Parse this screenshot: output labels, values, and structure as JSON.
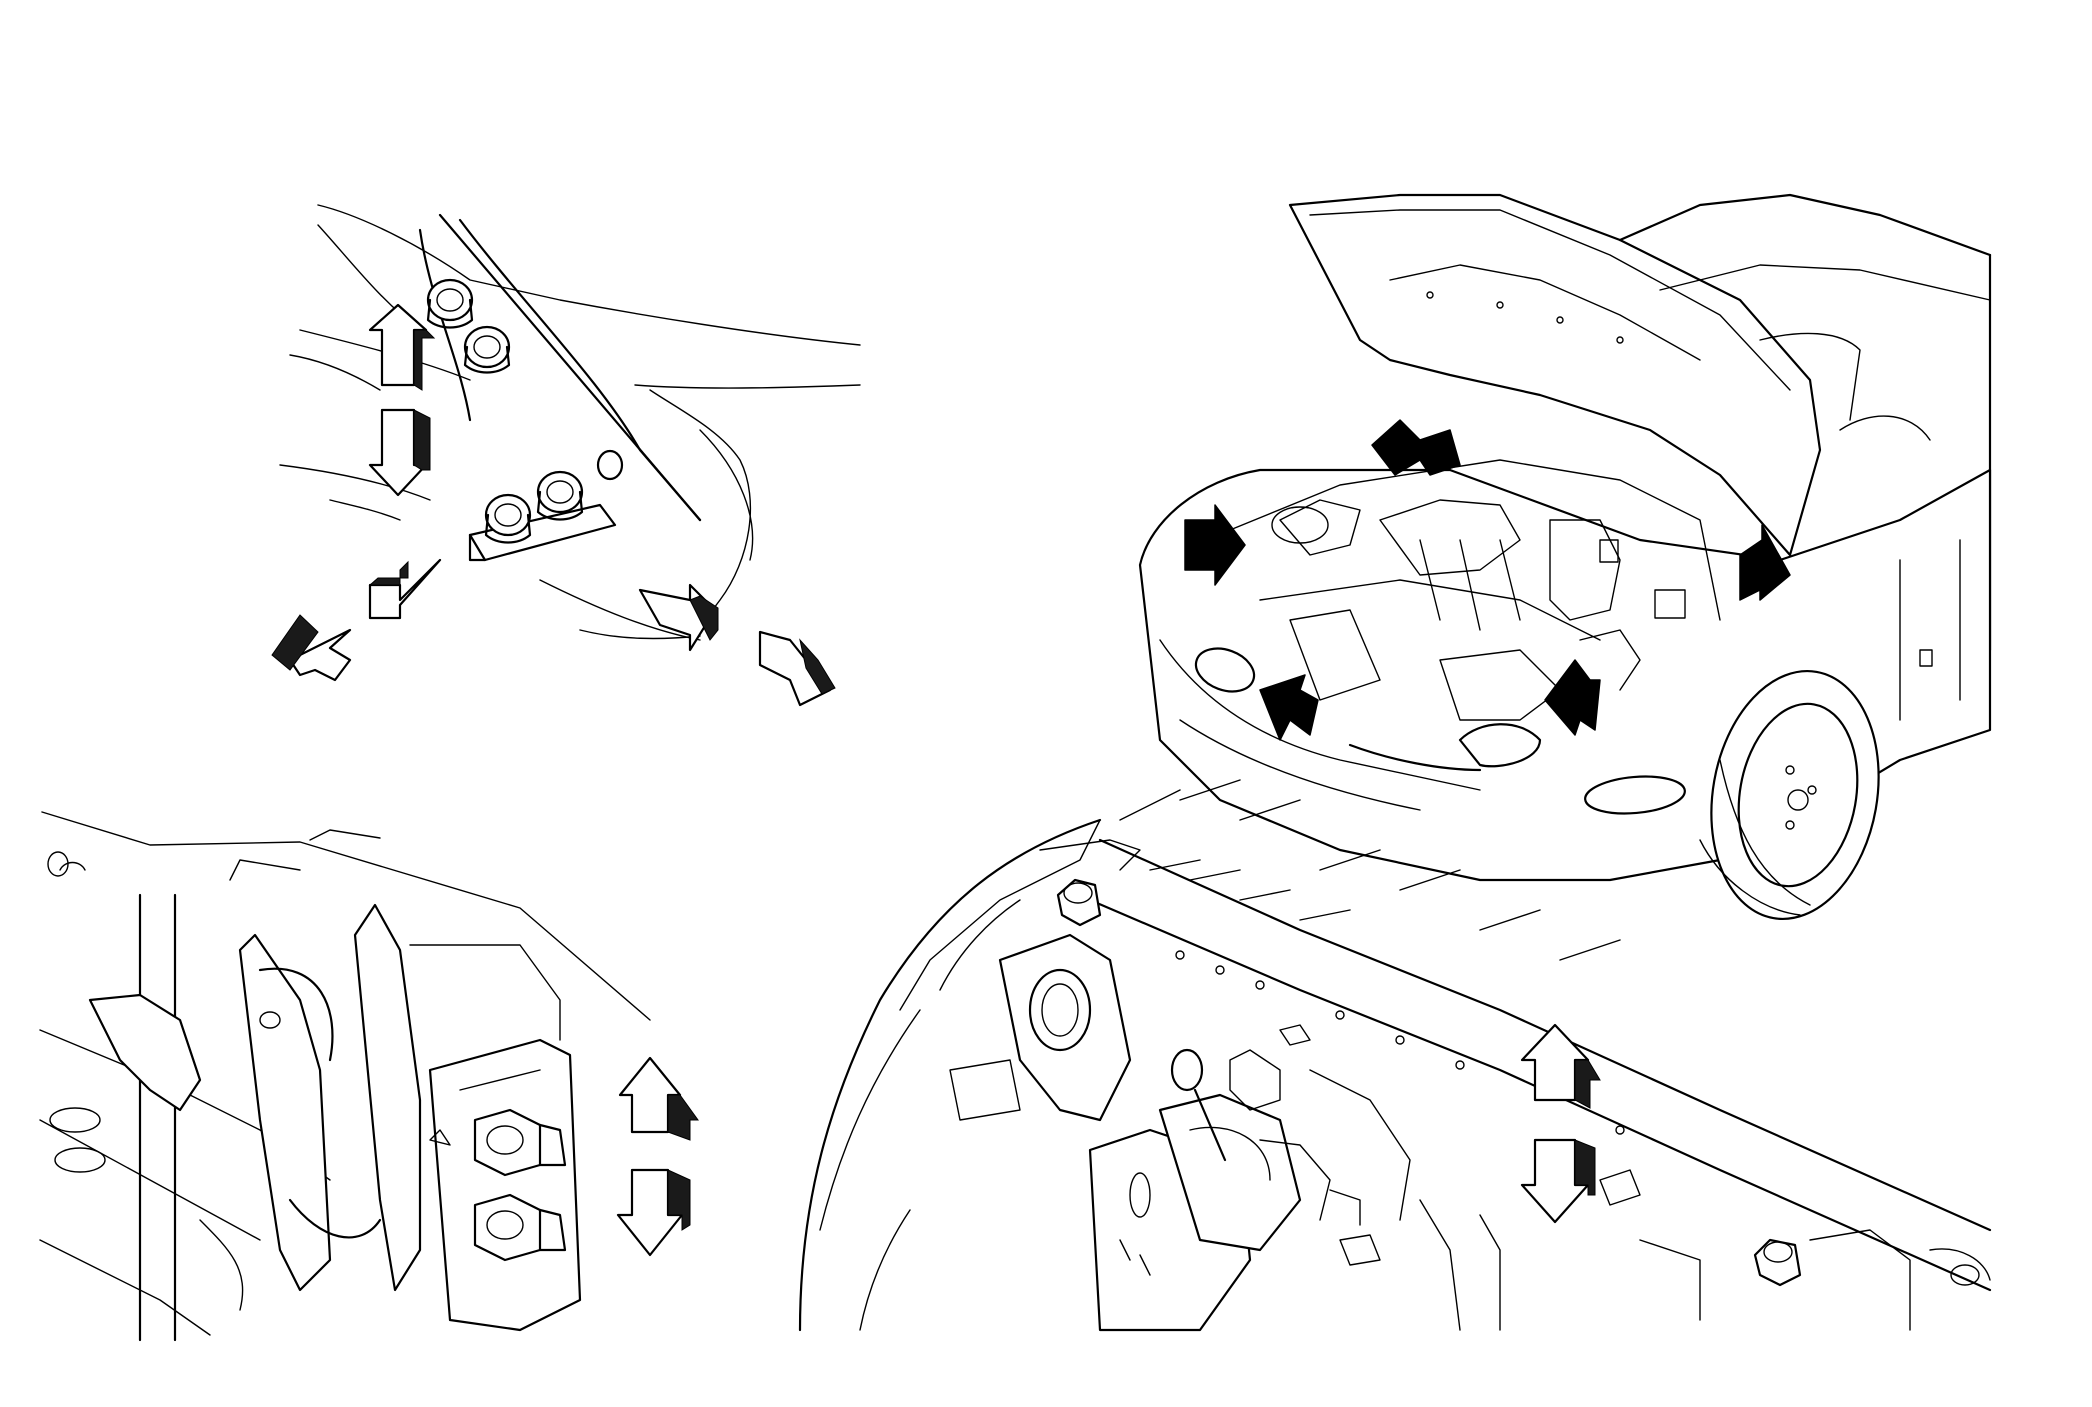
{
  "figure": {
    "panels": [
      {
        "id": "fastener-detail-upper-left"
      },
      {
        "id": "vehicle-overview-upper-right"
      },
      {
        "id": "latch-bracket-lower-left"
      },
      {
        "id": "radiator-support-lower-right"
      }
    ],
    "colors": {
      "line": "#000000",
      "background": "#ffffff",
      "arrow-shade": "#1a1a1a"
    }
  }
}
